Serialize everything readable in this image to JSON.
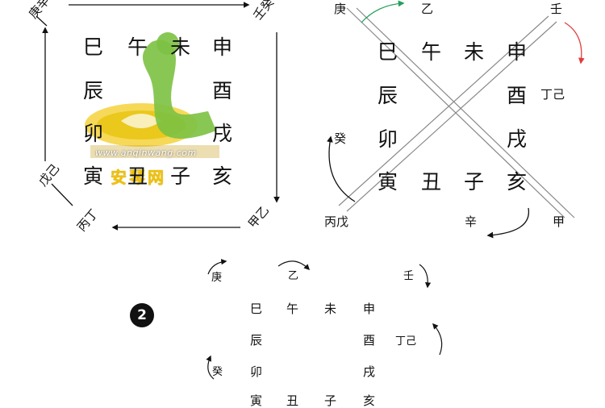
{
  "panel1": {
    "branches": {
      "row1": [
        "巳",
        "午",
        "未",
        "申"
      ],
      "row2_left": "辰",
      "row2_right": "酉",
      "row3_left": "卯",
      "row3_right": "戌",
      "row4": [
        "寅",
        "丑",
        "子",
        "亥"
      ]
    },
    "stems": {
      "top_left": "庚辛",
      "top_right": "壬癸",
      "bottom_right": "甲乙",
      "bottom_left_side": "戊己",
      "bottom_left_low": "丙丁"
    },
    "watermark": {
      "url": "www.anqinwang.com",
      "caption": "安琴网"
    }
  },
  "panel2": {
    "branches": {
      "row1": [
        "巳",
        "午",
        "未",
        "申"
      ],
      "row2_left": "辰",
      "row2_right": "酉",
      "row3_left": "卯",
      "row3_right": "戌",
      "row4": [
        "寅",
        "丑",
        "子",
        "亥"
      ]
    },
    "stems": {
      "geng": "庚",
      "yi": "乙",
      "ren": "壬",
      "dingji": "丁己",
      "gui": "癸",
      "bingwu": "丙戊",
      "xin": "辛",
      "jia": "甲"
    }
  },
  "panel3": {
    "badge": "2",
    "branches": {
      "row1": [
        "巳",
        "午",
        "未",
        "申"
      ],
      "row2_left": "辰",
      "row2_right": "酉",
      "row3_left": "卯",
      "row3_right": "戌",
      "row4": [
        "寅",
        "丑",
        "子",
        "亥"
      ]
    },
    "stems": {
      "geng": "庚",
      "yi": "乙",
      "ren": "壬",
      "dingji": "丁己",
      "gui": "癸"
    }
  },
  "colors": {
    "arrow_red": "#e03c3c",
    "arrow_green": "#22a05a",
    "logo_green": "#7cc142",
    "logo_yellow": "#f2c200"
  }
}
